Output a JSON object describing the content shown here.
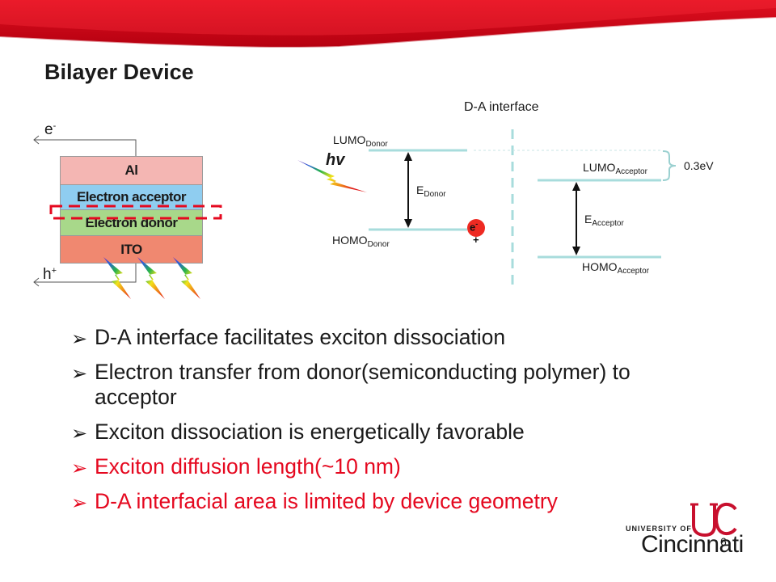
{
  "slide": {
    "title": "Bilayer Device",
    "page_number": "6"
  },
  "device_stack": {
    "layers": [
      {
        "label": "Al",
        "color": "#f4b6b3"
      },
      {
        "label": "Electron acceptor",
        "color": "#8fcdf0"
      },
      {
        "label": "Electron donor",
        "color": "#a8d88a"
      },
      {
        "label": "ITO",
        "color": "#f08870"
      }
    ],
    "electron_label": {
      "base": "e",
      "sup": "-"
    },
    "hole_label": {
      "base": "h",
      "sup": "+"
    }
  },
  "energy_diagram": {
    "interface_label": "D-A interface",
    "lumo_donor": {
      "base": "LUMO",
      "sub": "Donor"
    },
    "homo_donor": {
      "base": "HOMO",
      "sub": "Donor"
    },
    "lumo_acceptor": {
      "base": "LUMO",
      "sub": "Acceptor"
    },
    "homo_acceptor": {
      "base": "HOMO",
      "sub": "Acceptor"
    },
    "e_donor": {
      "base": "E",
      "sub": "Donor"
    },
    "e_acceptor": {
      "base": "E",
      "sub": "Acceptor"
    },
    "offset_label": "0.3eV",
    "photon_label": "hv",
    "exciton_electron": "e",
    "exciton_electron_sup": "-",
    "exciton_hole": "+"
  },
  "bullets": [
    {
      "text": "D-A interface facilitates exciton dissociation",
      "color": "black"
    },
    {
      "text": "Electron transfer from donor(semiconducting polymer) to acceptor",
      "color": "black"
    },
    {
      "text": "Exciton dissociation is energetically favorable",
      "color": "black"
    },
    {
      "text": "Exciton diffusion length(~10 nm)",
      "color": "red"
    },
    {
      "text": "D-A interfacial area is limited by device geometry",
      "color": "red"
    }
  ],
  "bullet_marker": "➢",
  "logo": {
    "university_of": "UNIVERSITY OF",
    "name": "Cincinnati"
  },
  "colors": {
    "accent_red": "#e5081f",
    "energy_level": "#a8dcdc",
    "interface_dash": "#a8dcdc"
  }
}
